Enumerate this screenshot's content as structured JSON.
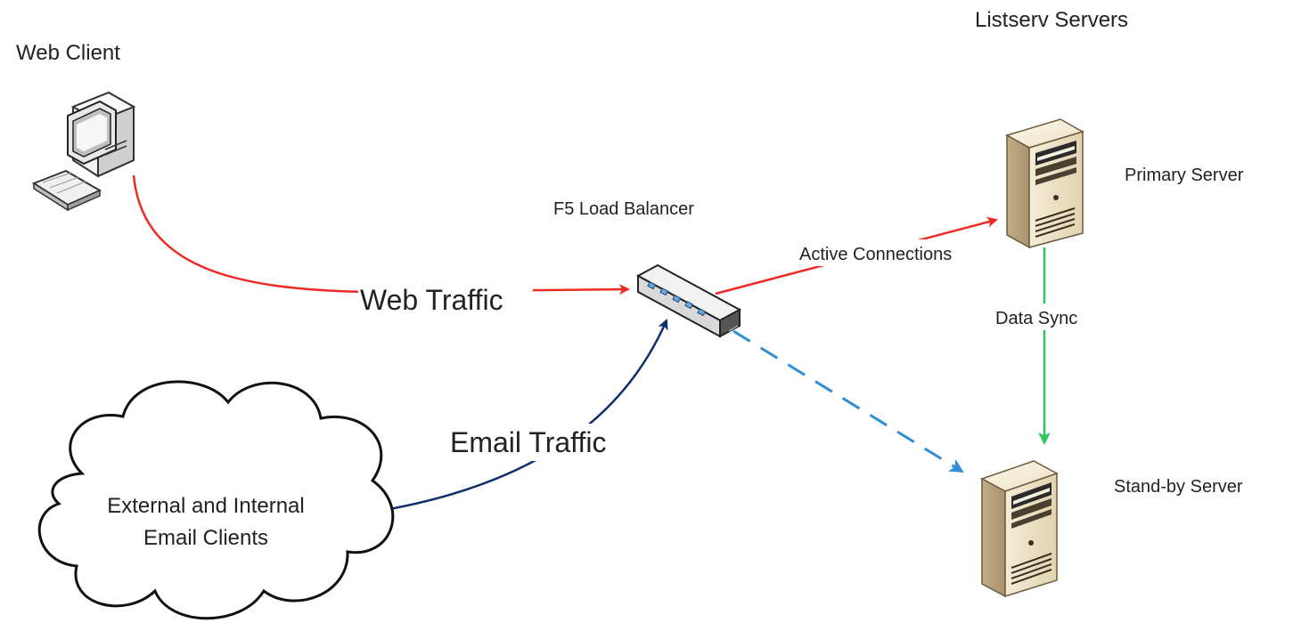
{
  "diagram": {
    "titles": {
      "web_client": "Web Client",
      "listserv_servers": "Listserv Servers",
      "load_balancer": "F5 Load Balancer",
      "primary_server": "Primary Server",
      "standby_server": "Stand-by Server",
      "cloud_line1": "External and Internal",
      "cloud_line2": "Email Clients"
    },
    "connections": {
      "web_traffic": "Web Traffic",
      "email_traffic": "Email Traffic",
      "active_connections": "Active Connections",
      "data_sync": "Data Sync"
    },
    "colors": {
      "web_traffic": "#ee2a24",
      "email_traffic": "#0d2f6b",
      "standby_link": "#2e8fd6",
      "data_sync": "#33c25e"
    }
  }
}
